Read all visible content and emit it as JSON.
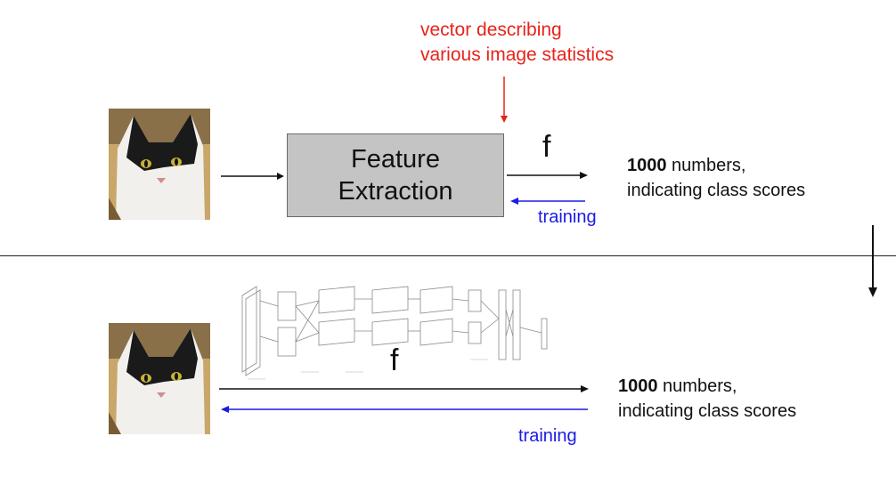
{
  "top": {
    "annotation_line1": "vector describing",
    "annotation_line2": "various image statistics",
    "feature_box_line1": "Feature",
    "feature_box_line2": "Extraction",
    "f_label": "f",
    "scores_bold": "1000",
    "scores_rest": " numbers,",
    "scores_line2": "indicating class scores",
    "training_label": "training"
  },
  "bottom": {
    "f_label": "f",
    "scores_bold": "1000",
    "scores_rest": " numbers,",
    "scores_line2": "indicating class scores",
    "training_label": "training"
  },
  "colors": {
    "annotation": "#e8231b",
    "training": "#1a1ae6",
    "box_fill": "#c4c4c4"
  }
}
